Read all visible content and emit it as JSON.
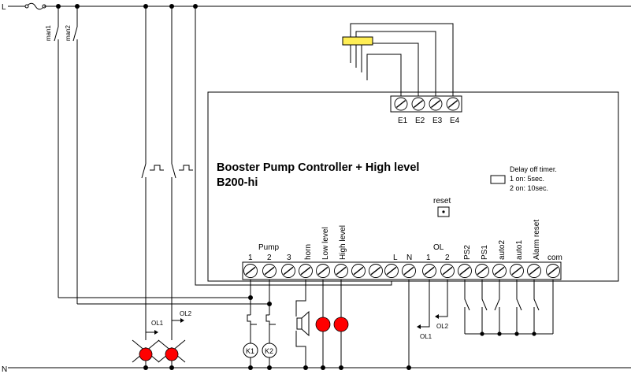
{
  "rails": {
    "line": "L",
    "neutral": "N"
  },
  "switches": {
    "man1": "man1",
    "man2": "man2"
  },
  "controller": {
    "title": "Booster Pump Controller + High level",
    "model": "B200-hi",
    "reset_label": "reset",
    "delay_title": "Delay off timer.",
    "delay_opt1": "1 on: 5sec.",
    "delay_opt2": "2 on: 10sec."
  },
  "electrodes": [
    "E1",
    "E2",
    "E3",
    "E4"
  ],
  "terminals": {
    "group_pump": "Pump",
    "group_ol": "OL",
    "pump1": "1",
    "pump2": "2",
    "pump3": "3",
    "horn": "horn",
    "low_level": "Low level",
    "high_level": "High level",
    "L": "L",
    "N": "N",
    "ol1": "1",
    "ol2": "2",
    "ps2": "PS2",
    "ps1": "PS1",
    "auto2": "auto2",
    "auto1": "auto1",
    "alarm_reset": "Alarm reset",
    "com": "com"
  },
  "overloads": {
    "ol1": "OL1",
    "ol2": "OL2"
  },
  "contactors": {
    "k1": "K1",
    "k2": "K2"
  },
  "colors": {
    "lamp": "#ff0000",
    "float_switch": "#ffee55",
    "line": "#000000"
  }
}
